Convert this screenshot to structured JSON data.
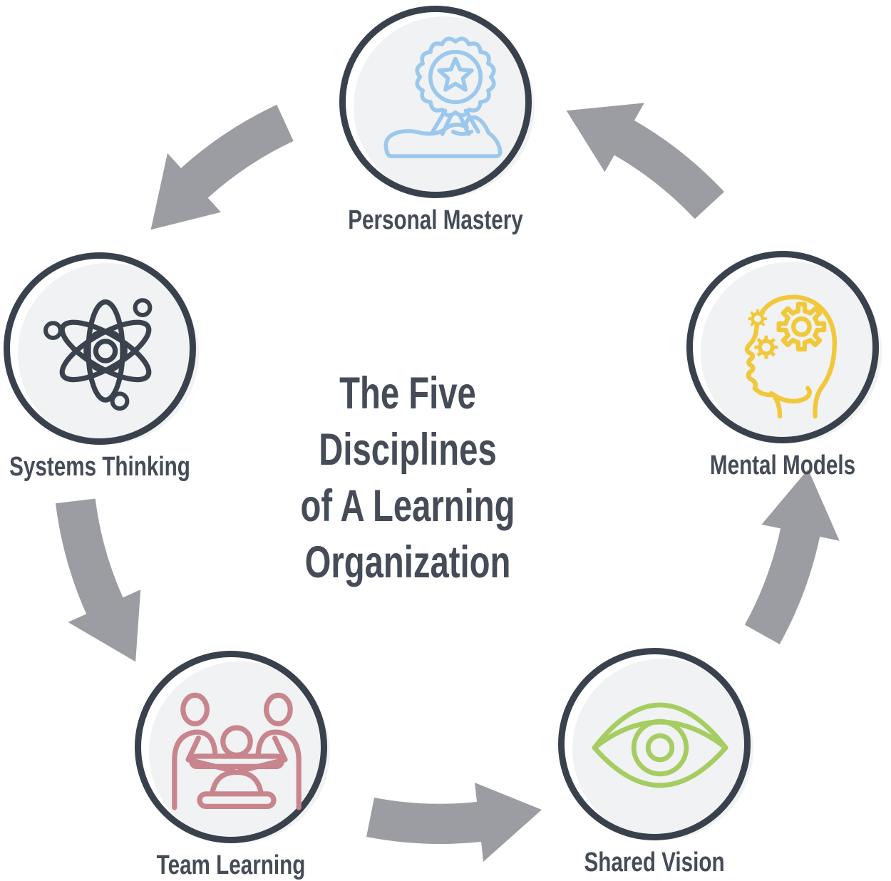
{
  "title": {
    "line1": "The Five Disciplines",
    "line2": "of A Learning",
    "line3": "Organization"
  },
  "nodes": [
    {
      "label": "Personal Mastery",
      "icon": "award-in-hand-icon",
      "color": "#9cc8ed",
      "position": "top"
    },
    {
      "label": "Mental Models",
      "icon": "head-with-gears-icon",
      "color": "#f2c83b",
      "position": "right"
    },
    {
      "label": "Shared Vision",
      "icon": "eye-icon",
      "color": "#a5cd61",
      "position": "bottom-right"
    },
    {
      "label": "Team Learning",
      "icon": "people-at-table-icon",
      "color": "#c8858d",
      "position": "bottom-left"
    },
    {
      "label": "Systems Thinking",
      "icon": "atom-icon",
      "color": "#3a424e",
      "position": "left"
    }
  ],
  "cycle": {
    "direction": "counterclockwise",
    "arrow_count": 5,
    "arrow_color": "#9c9da2"
  },
  "style_colors": {
    "ring": "#39414d",
    "circle_fill": "#f0f2f3",
    "text": "#454c57",
    "background": "#ffffff"
  }
}
